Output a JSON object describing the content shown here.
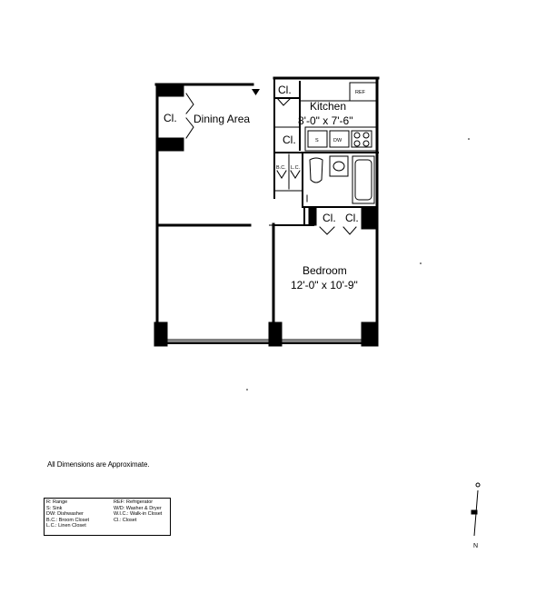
{
  "rooms": {
    "dining": {
      "name": "Dining Area"
    },
    "kitchen": {
      "name": "Kitchen",
      "dims": "8'-0\"  x 7'-6\""
    },
    "bedroom": {
      "name": "Bedroom",
      "dims": "12'-0\"  x 10'-9\""
    }
  },
  "closets": {
    "cl_label": "Cl.",
    "bc_label": "B.C.",
    "lc_label": "L.C."
  },
  "appliances": {
    "ref": "REF",
    "sink": "S",
    "dw": "DW"
  },
  "note": "All Dimensions are Approximate.",
  "legend": {
    "col1": [
      "R: Range",
      "S: Sink",
      "DW: Dishwasher",
      "B.C.: Broom Closet",
      "L.C.: Linen Closet"
    ],
    "col2": [
      "REF: Refrigerator",
      "W/D: Washer & Dryer",
      "W.I.C.: Walk-in Closet",
      "Cl.: Closet"
    ]
  },
  "compass": {
    "north": "N"
  }
}
